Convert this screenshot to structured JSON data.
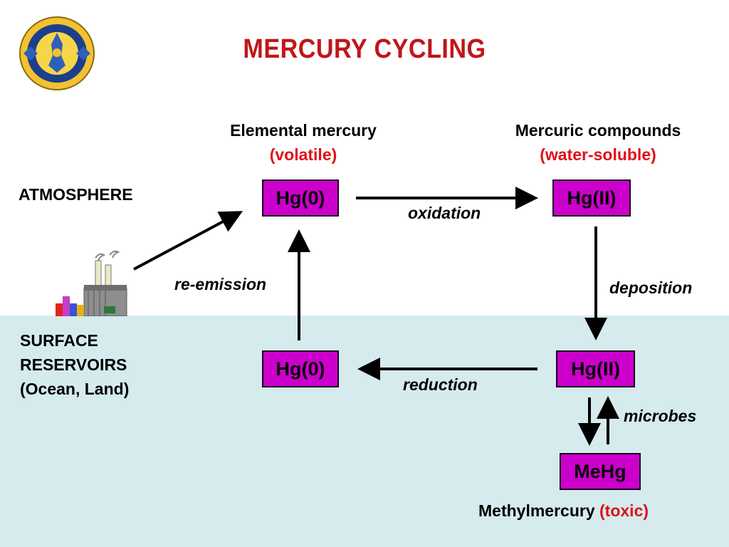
{
  "title": "MERCURY CYCLING",
  "zones": {
    "atmosphere": "ATMOSPHERE",
    "surface_line1": "SURFACE",
    "surface_line2": "RESERVOIRS",
    "surface_line3": "(Ocean, Land)"
  },
  "headers": {
    "elemental": "Elemental mercury",
    "elemental_note": "(volatile)",
    "mercuric": "Mercuric compounds",
    "mercuric_note": "(water-soluble)",
    "methyl": "Methylmercury",
    "methyl_note": "(toxic)"
  },
  "nodes": {
    "atm_hg0": "Hg(0)",
    "atm_hg2": "Hg(II)",
    "surf_hg0": "Hg(0)",
    "surf_hg2": "Hg(II)",
    "mehg": "MeHg"
  },
  "processes": {
    "oxidation": "oxidation",
    "deposition": "deposition",
    "reduction": "reduction",
    "reemission": "re-emission",
    "microbes": "microbes"
  },
  "colors": {
    "title": "#c0161a",
    "node_fill": "#cc00cc",
    "note_red": "#e0101a",
    "water": "#d5ebee"
  },
  "icons": [
    "university-seal-logo",
    "factory-icon"
  ]
}
